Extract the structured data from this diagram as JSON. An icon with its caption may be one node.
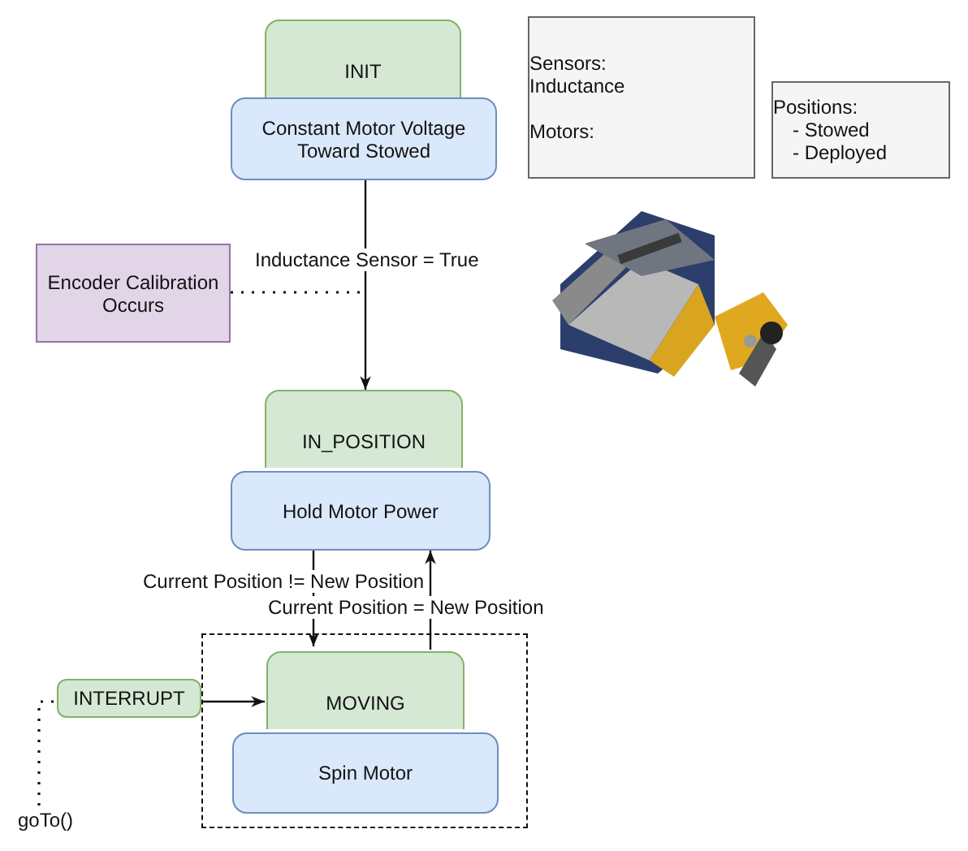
{
  "diagram": {
    "nodes": [
      {
        "text": [
          "INIT"
        ]
      },
      {
        "text": [
          "Constant Motor Voltage Toward Stowed"
        ]
      },
      {
        "text": [
          "Encoder Calibration Occurs"
        ]
      },
      {
        "text": [
          "IN_POSITION"
        ]
      },
      {
        "text": [
          "Hold Motor Power"
        ]
      },
      {
        "text": [],
        "shape": "box"
      },
      {
        "text": [
          "MOVING"
        ],
        "in": 5
      },
      {
        "text": [
          "Spin Motor"
        ],
        "in": 5
      },
      {
        "text": [
          "INTERRUPT"
        ]
      },
      {
        "text": [
          "goTo()"
        ]
      },
      {
        "text": [
          "Sensors: Inductance",
          "Motors:"
        ]
      },
      {
        "text": [
          "Positions:",
          "- Stowed",
          "- Deployed"
        ]
      }
    ],
    "edges": [
      {
        "from": 1,
        "to": 3,
        "arrow": "to",
        "label": "Inductance Sensor = True"
      },
      {
        "from": 2,
        "to": null,
        "arrow": "none",
        "style": "dashed"
      },
      {
        "from": 4,
        "to": 6,
        "arrow": "to",
        "label": "Current Position != New Position"
      },
      {
        "from": 6,
        "to": 4,
        "arrow": "to",
        "label": "Current Position = New Position"
      },
      {
        "from": 9,
        "to": 8,
        "arrow": "none",
        "style": "dashed"
      },
      {
        "from": 8,
        "to": 6,
        "arrow": "to"
      }
    ]
  }
}
